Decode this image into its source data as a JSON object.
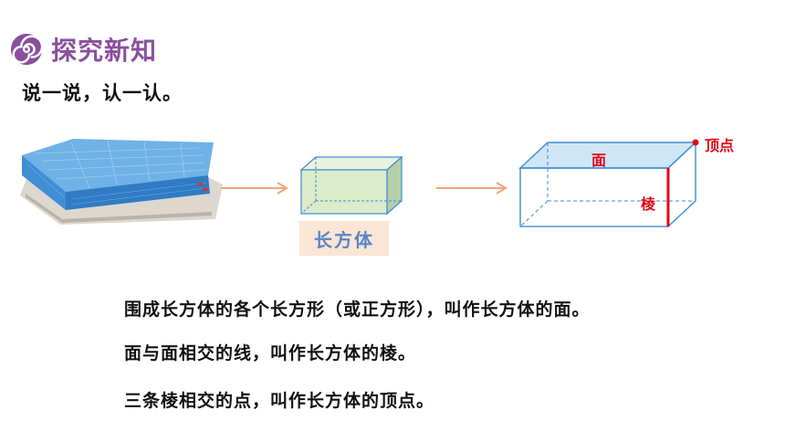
{
  "header": {
    "title": "探究新知",
    "icon": "spiral-icon"
  },
  "subtitle": "说一说，认一认。",
  "small_cuboid": {
    "caption": "长方体"
  },
  "big_cuboid": {
    "face_label": "面",
    "edge_label": "棱",
    "vertex_label": "顶点"
  },
  "sentences": [
    "围成长方体的各个长方形（或正方形），叫作长方体的面。",
    "面与面相交的线，叫作长方体的棱。",
    "三条棱相交的点，叫作长方体的顶点。"
  ],
  "colors": {
    "title_purple": "#8a4f9e",
    "highlight_red": "#e3071a",
    "cuboid_line_blue": "#3a8ed6",
    "small_cuboid_fill": "#dcebc9",
    "caption_bg": "#fbe5d4",
    "caption_text": "#5a86c9",
    "arrow_orange": "#f2a47a"
  }
}
